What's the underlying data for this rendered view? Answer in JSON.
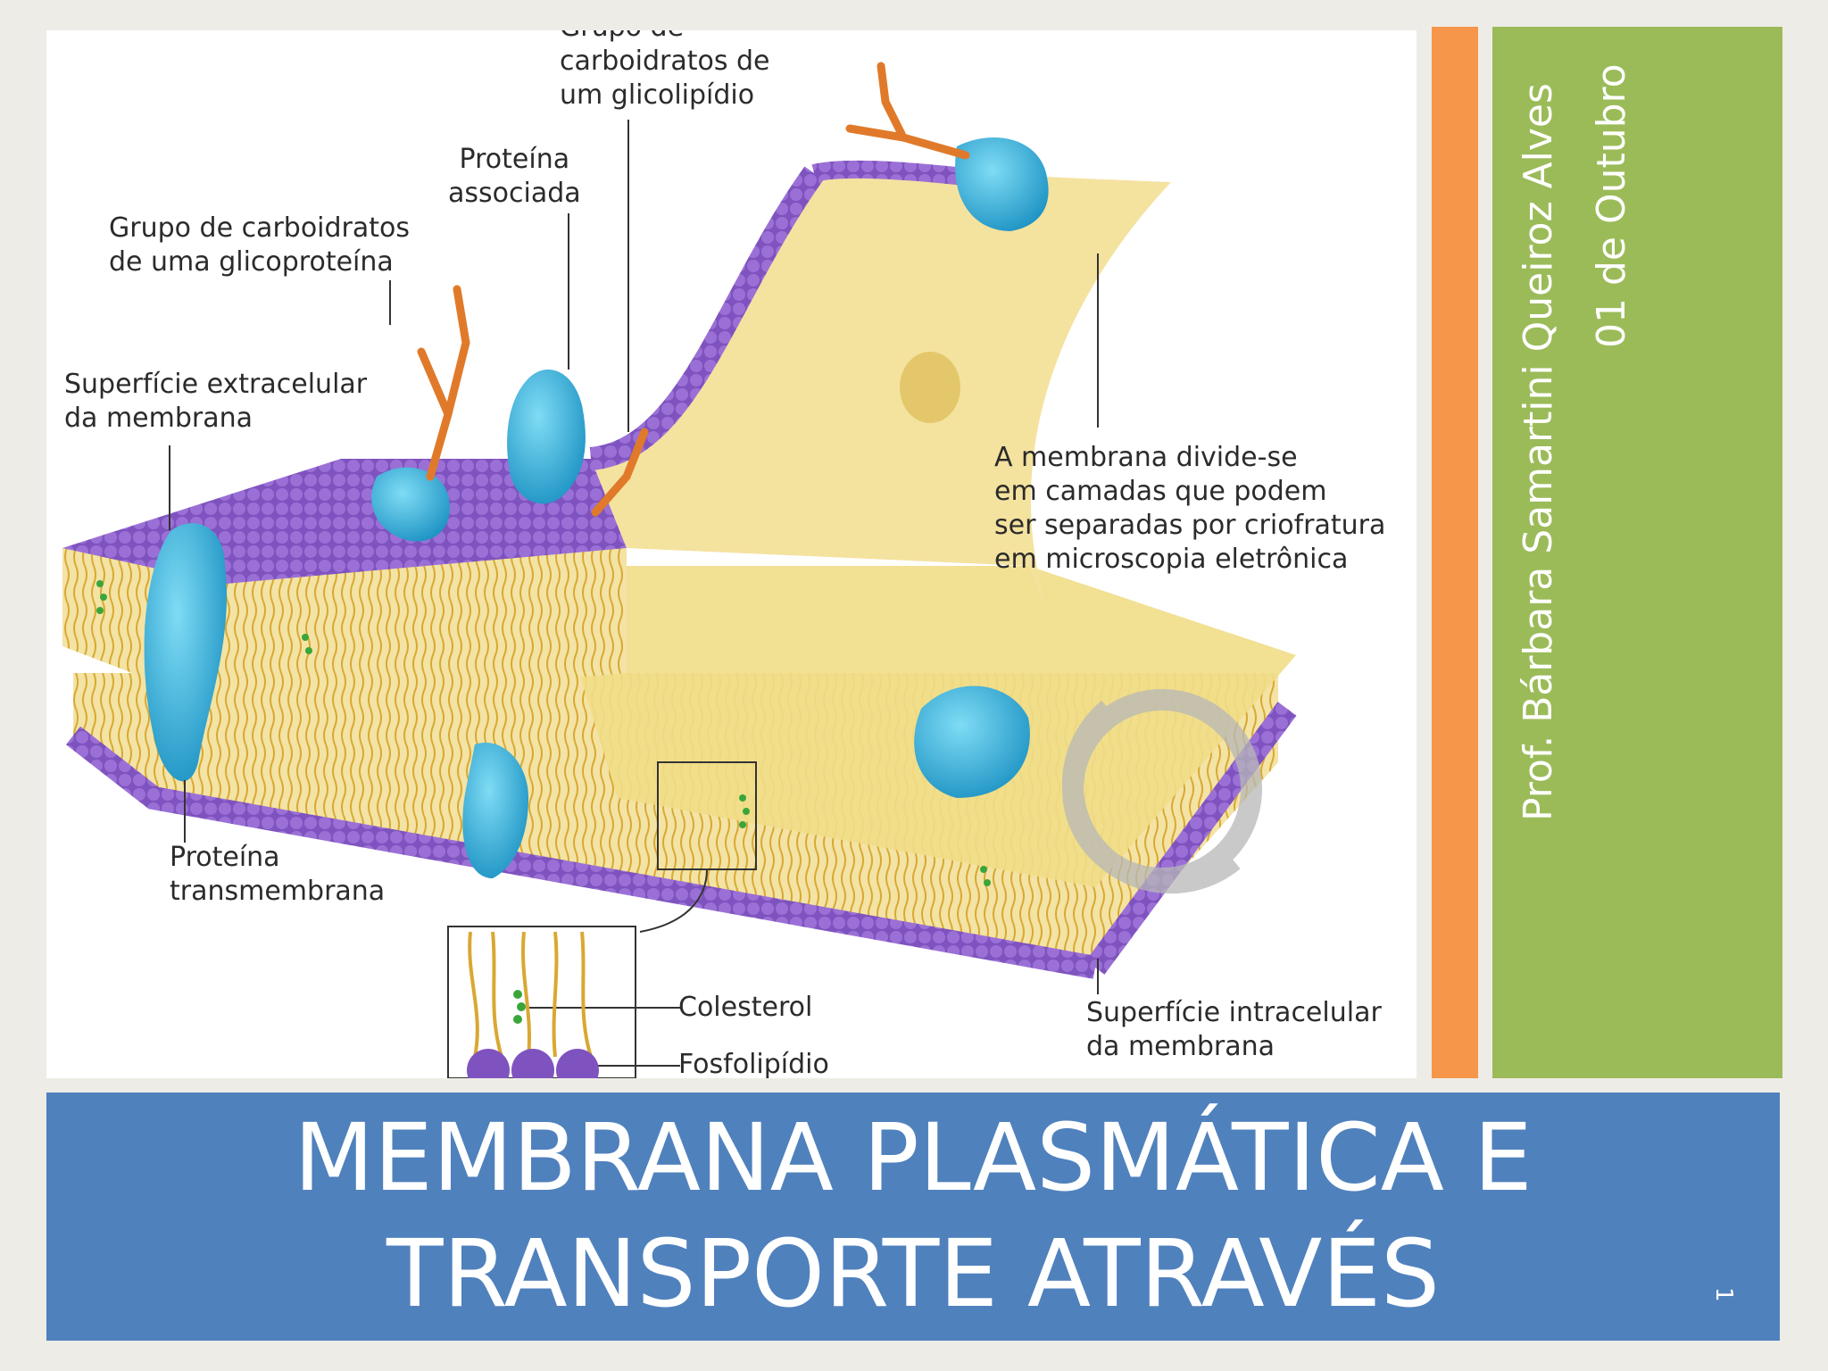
{
  "diagram": {
    "labels": {
      "glycolipid_carbs": "Grupo de\ncarboidratos de\num glicolipídio",
      "associated_protein": "Proteína\nassociada",
      "glycoprotein_carbs": "Grupo de carboidratos\nde uma glicoproteína",
      "extracellular_surface": "Superfície extracelular\nda membrana",
      "membrane_layers": "A membrana divide-se\nem camadas que podem\nser separadas por criofratura\nem microscopia eletrônica",
      "transmembrane_protein": "Proteína\ntransmembrana",
      "cholesterol": "Colesterol",
      "phospholipid": "Fosfolipídio",
      "intracellular_surface": "Superfície intracelular\nda membrana"
    },
    "colors": {
      "head": "#8e62c8",
      "head_dark": "#6a3fa8",
      "tail": "#e0b94a",
      "protein": "#3fb6e0",
      "carbohydrate": "#e07a2a",
      "cholesterol": "#3aa63a"
    }
  },
  "sidebar": {
    "author": "Prof. Bárbara Samartini Queiroz Alves",
    "date": "01 de Outubro",
    "accent_orange": "#f5964a",
    "accent_green": "#9bbb59"
  },
  "title_band": {
    "title_line1": "MEMBRANA PLASMÁTICA E",
    "title_line2": "TRANSPORTE ATRAVÉS",
    "color": "#4f81bd"
  },
  "slide_number": "1"
}
